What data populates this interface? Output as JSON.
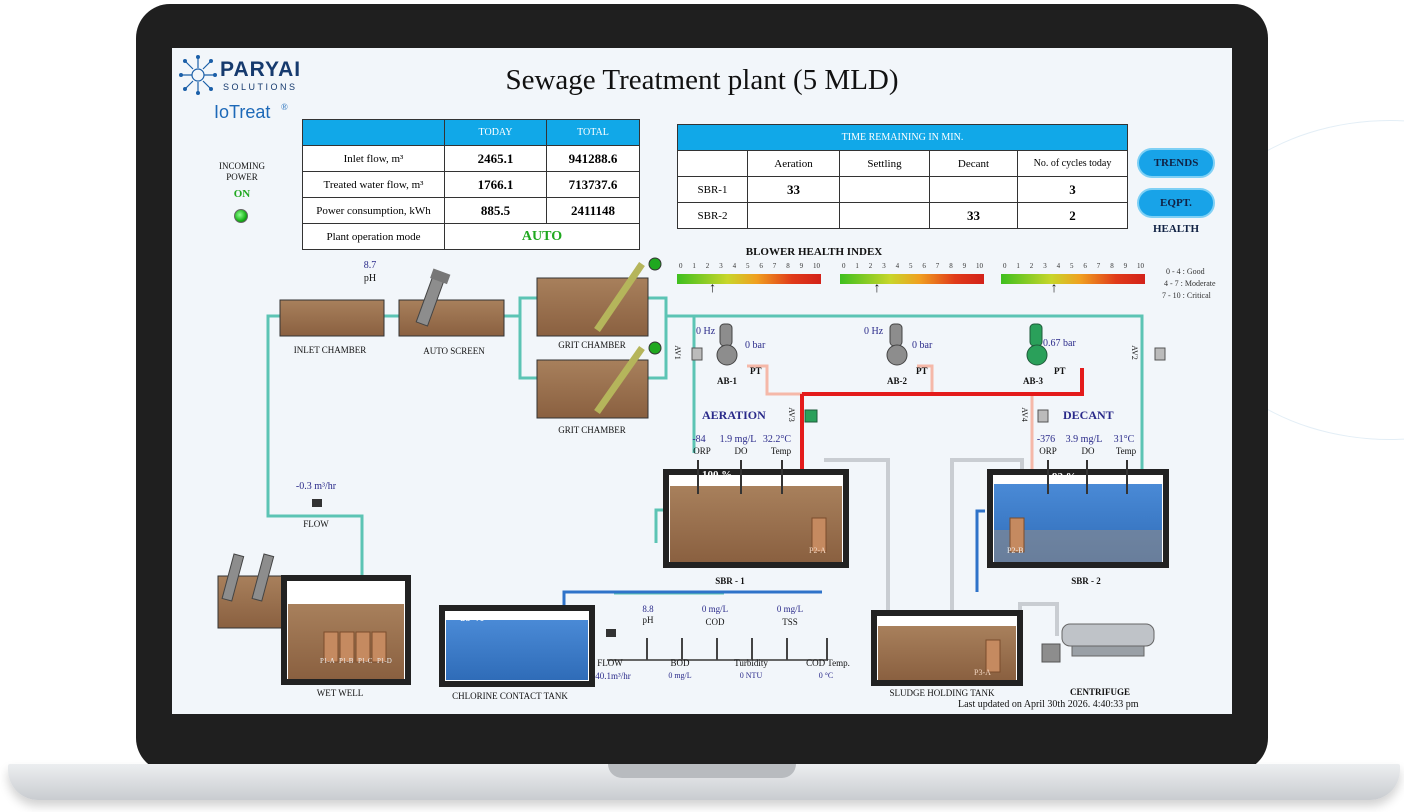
{
  "brand": {
    "name": "PARYAI",
    "tagline": "SOLUTIONS",
    "product": "IoTreat",
    "reg": "®"
  },
  "title": "Sewage Treatment plant (5 MLD)",
  "power": {
    "label_1": "INCOMING",
    "label_2": "POWER",
    "status": "ON",
    "status_color": "#1fa81f"
  },
  "flow_table": {
    "headers": [
      "",
      "TODAY",
      "TOTAL"
    ],
    "rows": [
      {
        "label": "Inlet flow, m³",
        "today": "2465.1",
        "total": "941288.6"
      },
      {
        "label": "Treated water flow, m³",
        "today": "1766.1",
        "total": "713737.6"
      },
      {
        "label": "Power consumption, kWh",
        "today": "885.5",
        "total": "2411148"
      }
    ],
    "mode_label": "Plant operation mode",
    "mode_value": "AUTO"
  },
  "time_table": {
    "title": "TIME REMAINING IN MIN.",
    "headers": [
      "",
      "Aeration",
      "Settling",
      "Decant",
      "No. of cycles today"
    ],
    "rows": [
      {
        "name": "SBR-1",
        "aeration": "33",
        "settling": "",
        "decant": "",
        "cycles": "3"
      },
      {
        "name": "SBR-2",
        "aeration": "",
        "settling": "",
        "decant": "33",
        "cycles": "2"
      }
    ]
  },
  "buttons": {
    "trends": "TRENDS",
    "eqpt_health": "EQPT. HEALTH"
  },
  "blower_health": {
    "title": "BLOWER HEALTH INDEX",
    "scale": [
      "0",
      "1",
      "2",
      "3",
      "4",
      "5",
      "6",
      "7",
      "8",
      "9",
      "10"
    ],
    "values": [
      2.4,
      2.5,
      3.7
    ],
    "legend": [
      "0 - 4 : Good",
      "4 - 7 : Moderate",
      "7 - 10 : Critical"
    ]
  },
  "process": {
    "inlet_ph_value": "8.7",
    "inlet_ph_label": "pH",
    "inlet_chamber": "INLET CHAMBER",
    "auto_screen": "AUTO SCREEN",
    "grit_chamber_1": "GRIT CHAMBER",
    "grit_chamber_2": "GRIT CHAMBER",
    "flow_value": "-0.3 m³/hr",
    "flow_label": "FLOW",
    "wet_well": "WET WELL",
    "wet_well_level": "72 %",
    "pumps_wet_well": [
      "P1-A",
      "P1-B",
      "P1-C",
      "P1-D"
    ],
    "blowers": [
      {
        "name": "AB-1",
        "hz": "0 Hz",
        "pressure": "0 bar",
        "pt": "PT"
      },
      {
        "name": "AB-2",
        "hz": "0 Hz",
        "pressure": "0 bar",
        "pt": "PT"
      },
      {
        "name": "AB-3",
        "hz": "",
        "pressure": "0.67 bar",
        "pt": "PT"
      }
    ],
    "valves": {
      "av1": "AV1",
      "av2": "AV2",
      "av3": "AV3",
      "av4": "AV4"
    },
    "aeration_label": "AERATION",
    "decant_label": "DECANT",
    "sbr1": {
      "name": "SBR - 1",
      "level": "100 %",
      "pump": "P2-A",
      "orp": "-84",
      "do": "1.9 mg/L",
      "temp": "32.2°C"
    },
    "sbr2": {
      "name": "SBR - 2",
      "level": "92 %",
      "pump": "P2-B",
      "orp": "-376",
      "do": "3.9 mg/L",
      "temp": "31°C"
    },
    "sensor_labels": {
      "orp": "ORP",
      "do": "DO",
      "temp": "Temp"
    },
    "chlorine_tank": "CHLORINE CONTACT TANK",
    "chlorine_level": "89 %",
    "outlet": {
      "ph_value": "8.8",
      "ph_label": "pH",
      "cod_value": "0 mg/L",
      "cod_label": "COD",
      "tss_value": "0 mg/L",
      "tss_label": "TSS",
      "flow_label": "FLOW",
      "flow_value": "40.1m³/hr",
      "bod_label": "BOD",
      "bod_value": "0 mg/L",
      "turb_label": "Turbidity",
      "turb_value": "0 NTU",
      "codtemp_label": "COD Temp.",
      "codtemp_value": "0 °C"
    },
    "sludge_tank": "SLUDGE HOLDING TANK",
    "sludge_level": "100 %",
    "sludge_pump": "P3-A",
    "centrifuge": "CENTRIFUGE"
  },
  "footer": {
    "last_updated": "Last updated on April 30th 2026. 4:40:33 pm"
  },
  "colors": {
    "pipe_green": "#5cc4b4",
    "air_red": "#e41b1b",
    "air_pink": "#f5b8a8",
    "water_blue": "#2f73c9",
    "sludge": "#9a7150",
    "header_blue": "#11a8e8"
  }
}
